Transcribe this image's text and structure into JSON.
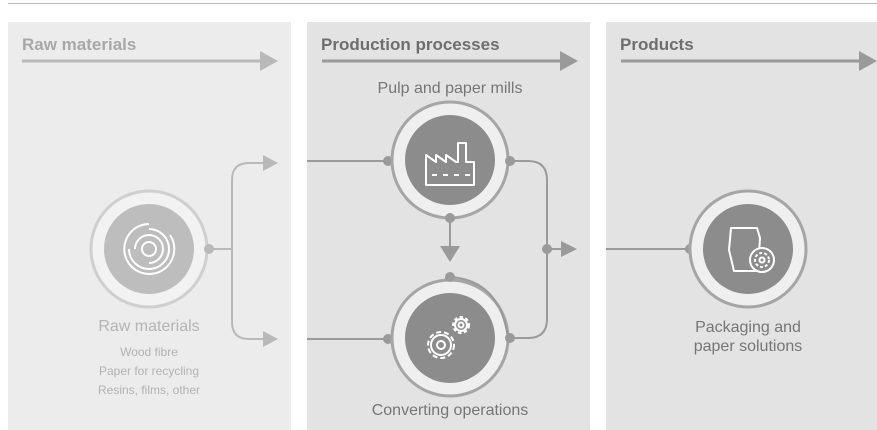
{
  "columns": [
    {
      "title": "Raw materials"
    },
    {
      "title": "Production processes"
    },
    {
      "title": "Products"
    }
  ],
  "nodes": {
    "raw": {
      "label": "Raw materials",
      "sub": [
        "Wood fibre",
        "Paper for recycling",
        "Resins, films, other"
      ]
    },
    "mills": {
      "label": "Pulp and paper mills"
    },
    "converting": {
      "label": "Converting operations"
    },
    "products": {
      "label_lines": [
        "Packaging and",
        "paper solutions"
      ]
    }
  },
  "icons": {
    "raw": "wood-rings-icon",
    "mills": "factory-icon",
    "converting": "gears-icon",
    "products": "package-gear-icon"
  },
  "colors": {
    "panel_raw": "#ececec",
    "panel": "#e3e3e3",
    "connector_light": "#b9b9b9",
    "connector_dark": "#9a9a9a",
    "icon_light": "#bdbdbd",
    "icon_dark": "#8c8c8c"
  }
}
